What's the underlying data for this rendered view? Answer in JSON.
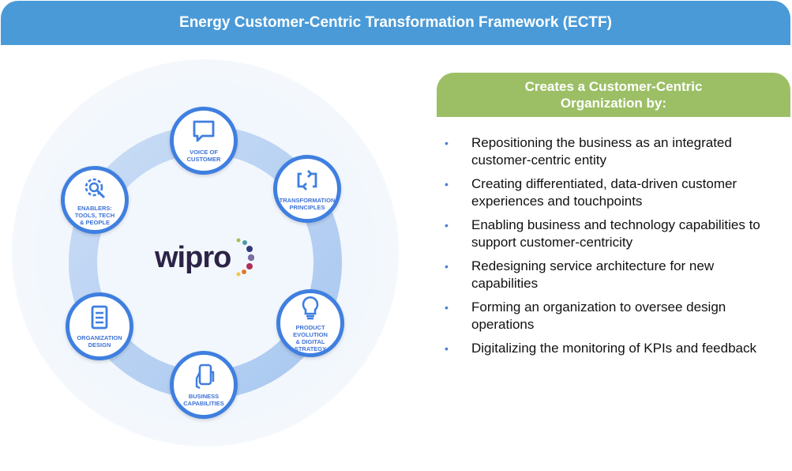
{
  "header": {
    "title": "Energy Customer-Centric Transformation Framework (ECTF)"
  },
  "diagram": {
    "logo": "wipro",
    "nodes": [
      {
        "label": "VOICE OF\nCUSTOMER",
        "icon": "chat-bubble-icon"
      },
      {
        "label": "TRANSFORMATION\nPRINCIPLES",
        "icon": "cycle-arrows-icon"
      },
      {
        "label": "PRODUCT\nEVOLUTION\n& DIGITAL\nSTRATEGY",
        "icon": "lightbulb-icon"
      },
      {
        "label": "BUSINESS\nCAPABILITIES",
        "icon": "hand-phone-icon"
      },
      {
        "label": "ORGANIZATION\nDESIGN",
        "icon": "document-icon"
      },
      {
        "label": "ENABLERS:\nTOOLS, TECH\n& PEOPLE",
        "icon": "gear-wrench-icon"
      }
    ]
  },
  "panel": {
    "title": "Creates a Customer-Centric\nOrganization by:",
    "bullets": [
      "Repositioning the business as an integrated customer-centric entity",
      "Creating differentiated, data-driven customer experiences and touchpoints",
      "Enabling business and technology capabilities to support customer-centricity",
      "Redesigning service architecture for new capabilities",
      "Forming an organization to oversee design operations",
      "Digitalizing the monitoring of KPIs and feedback"
    ]
  },
  "colors": {
    "header": "#4a9ad8",
    "panel": "#9cbf66",
    "accent": "#3f7fe0"
  }
}
